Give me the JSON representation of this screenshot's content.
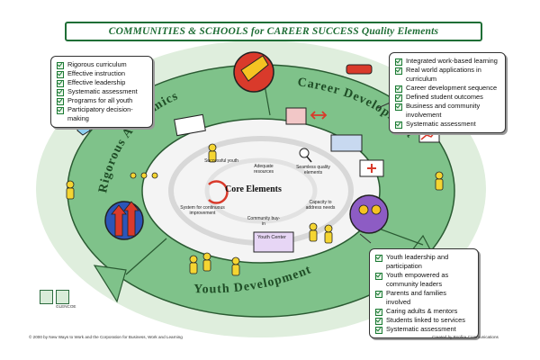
{
  "title": "COMMUNITIES & SCHOOLS for CAREER SUCCESS Quality Elements",
  "arrows": {
    "academics": "Rigorous Academics",
    "career": "Career Development",
    "youth": "Youth Development"
  },
  "core": {
    "title": "Core Elements",
    "items": [
      "Successful youth",
      "Adequate resources",
      "Seamless quality elements",
      "Capacity to address needs",
      "Community buy-in",
      "System for continuous improvement"
    ]
  },
  "sign": "Youth Center",
  "academics_list": [
    "Rigorous curriculum",
    "Effective instruction",
    "Effective leadership",
    "Systematic assessment",
    "Programs for all youth",
    "Participatory decision-making"
  ],
  "career_list": [
    "Integrated work-based learning",
    "Real world applications in curriculum",
    "Career development sequence",
    "Defined student outcomes",
    "Business and community involvement",
    "Systematic assessment"
  ],
  "youth_list": [
    "Youth leadership and participation",
    "Youth empowered as community leaders",
    "Parents and families involved",
    "Caring adults & mentors",
    "Students linked to services",
    "Systematic assessment"
  ],
  "footer_left": "© 2000 by New Ways to Work and the Corporation for Business, Work and Learning",
  "footer_right": "Created by Bonfire Communications",
  "logo_caption": "GLENCOE"
}
